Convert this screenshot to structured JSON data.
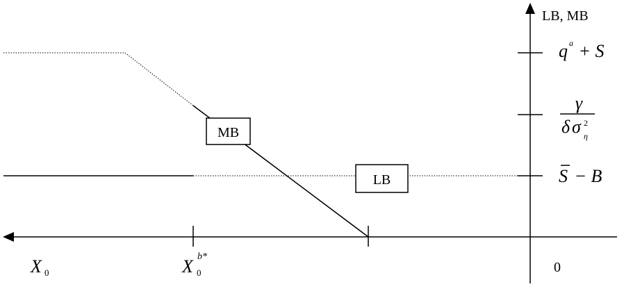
{
  "axis": {
    "vertical_label": "LB, MB",
    "origin_label": "0"
  },
  "x_ticks": {
    "x0": {
      "base": "X",
      "sub": "0"
    },
    "x0_b": {
      "base": "X",
      "sup": "b*",
      "sub": "0"
    }
  },
  "y_ticks": {
    "top": {
      "q": "q",
      "sup": "a",
      "rest": " + S"
    },
    "middle": {
      "numerator": "γ",
      "den_delta": "δ",
      "den_sigma": "σ",
      "den_sup": "2",
      "den_sub": "η"
    },
    "bottom": {
      "sbar": "S",
      "rest": " − B"
    }
  },
  "curves": {
    "mb_label": "MB",
    "lb_label": "LB"
  }
}
